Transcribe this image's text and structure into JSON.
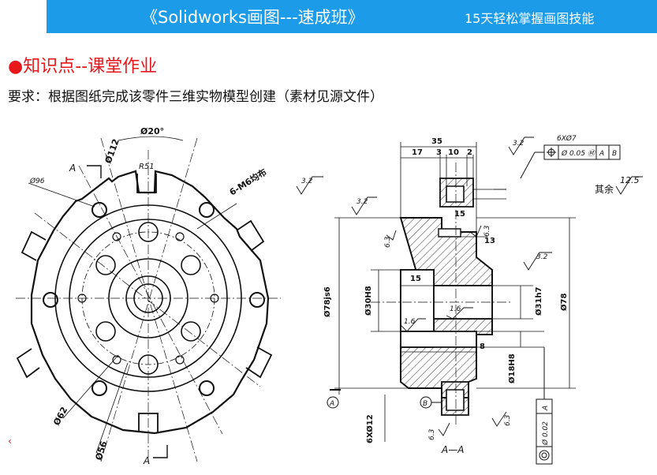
{
  "banner": {
    "title": "《Solidworks画图---速成班》",
    "subtitle": "15天轻松掌握画图技能",
    "color": "#1c9be8"
  },
  "heading": {
    "bullet": "●",
    "text": "知识点--课堂作业",
    "color": "#e8171b"
  },
  "requirement": "要求：根据图纸完成该零件三维实物模型创建（素材见源文件）",
  "left_mark": "‹",
  "front_view": {
    "dims": {
      "angle": "Ø20°",
      "d112": "Ø112",
      "d96": "Ø96",
      "r51": "R51",
      "holes": "6-M6均布",
      "d62": "Ø62",
      "d56": "Ø56",
      "section_a": "A"
    }
  },
  "section_view": {
    "label": "A—A",
    "dims": {
      "len35": "35",
      "len17": "17",
      "len3": "3",
      "len10": "10",
      "len2": "2",
      "len15a": "15",
      "len13": "13",
      "len15b": "15",
      "len8": "8",
      "d78js6": "Ø78js6",
      "d30h8": "Ø30H8",
      "d31h7": "Ø31h7",
      "d78": "Ø78",
      "d18h8": "Ø18H8",
      "holes6": "6XØ12"
    },
    "roughness": {
      "r32a": "3.2",
      "r32b": "3.2",
      "r32c": "3.2",
      "r32d": "3.2",
      "r63a": "6.3",
      "r63b": "6.3",
      "r63c": "6.3",
      "r63d": "6.3",
      "r16a": "1.6",
      "r16b": "1.6",
      "rest_label": "其余",
      "rest_value": "12.5"
    },
    "tolerance": {
      "pattern": "6XØ7",
      "position_value": "Ø 0.05 Ⓜ",
      "datum_a": "A",
      "datum_b": "B",
      "coax_value": "Ø 0.02",
      "coax_datum": "A"
    },
    "datums": {
      "a": "A",
      "b": "B"
    }
  }
}
